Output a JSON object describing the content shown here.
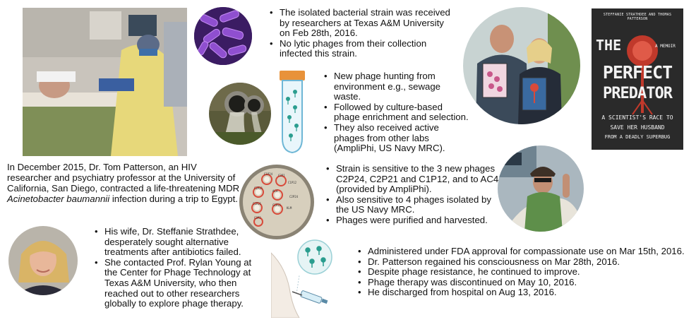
{
  "intro": {
    "text_before": "In December 2015, Dr. Tom Patterson, an HIV researcher and psychiatry professor at the University of California, San Diego, contracted a life-threatening MDR ",
    "organism": "Acinetobacter baumannii",
    "text_after": " infection during a trip to Egypt."
  },
  "block_strain": [
    "The isolated bacterial strain was received by researchers at Texas A&M University on Feb 28th, 2016.",
    "No lytic phages from their collection infected this strain."
  ],
  "block_hunting": [
    "New phage hunting from environment e.g., sewage waste.",
    "Followed by culture-based phage enrichment and selection.",
    "They also received active phages from other labs (AmpliPhi, US Navy MRC)."
  ],
  "block_sensitivity": [
    "Strain is sensitive to the 3 new phages C2P24, C2P21 and C1P12, and to AC4 (provided by AmpliPhi).",
    "Also sensitive to 4 phages isolated by the US Navy MRC.",
    "Phages were purified and harvested."
  ],
  "block_wife": [
    "His wife, Dr. Steffanie Strathdee, desperately sought alternative treatments after antibiotics failed.",
    "She contacted Prof. Rylan Young at the Center for Phage Technology at Texas A&M University, who then reached out to other researchers globally to explore phage therapy."
  ],
  "block_treatment": [
    "Administered under FDA approval for compassionate use on Mar 15th, 2016.",
    "Dr. Patterson regained his consciousness on Mar 28th, 2016.",
    "Despite phage resistance, he continued to improve.",
    "Phage therapy was discontinued on May 10, 2016.",
    "He discharged from hospital on Aug 13, 2016."
  ],
  "book": {
    "authors": "STEFFANIE STRATHDEE AND THOMAS PATTERSON",
    "line1": "THE",
    "memoir": "A MEMOIR",
    "line2": "PERFECT",
    "line3": "PREDATOR",
    "subtitle1": "A SCIENTIST'S RACE TO",
    "subtitle2": "SAVE HER HUSBAND",
    "subtitle3": "FROM A DEADLY SUPERBUG"
  },
  "plate_labels": [
    "C1P24",
    "C2P1",
    "C1P12",
    "C2P21",
    "AC4",
    "C2P24",
    "C1P21",
    "C2P21",
    "KLM",
    "C3P2"
  ],
  "colors": {
    "bacteria_purple": "#7a3fb0",
    "plate_red": "#d84a3a",
    "book_bg": "#2b2b2b",
    "phage_teal": "#2a9d8f",
    "tube_cap": "#e8923a"
  }
}
